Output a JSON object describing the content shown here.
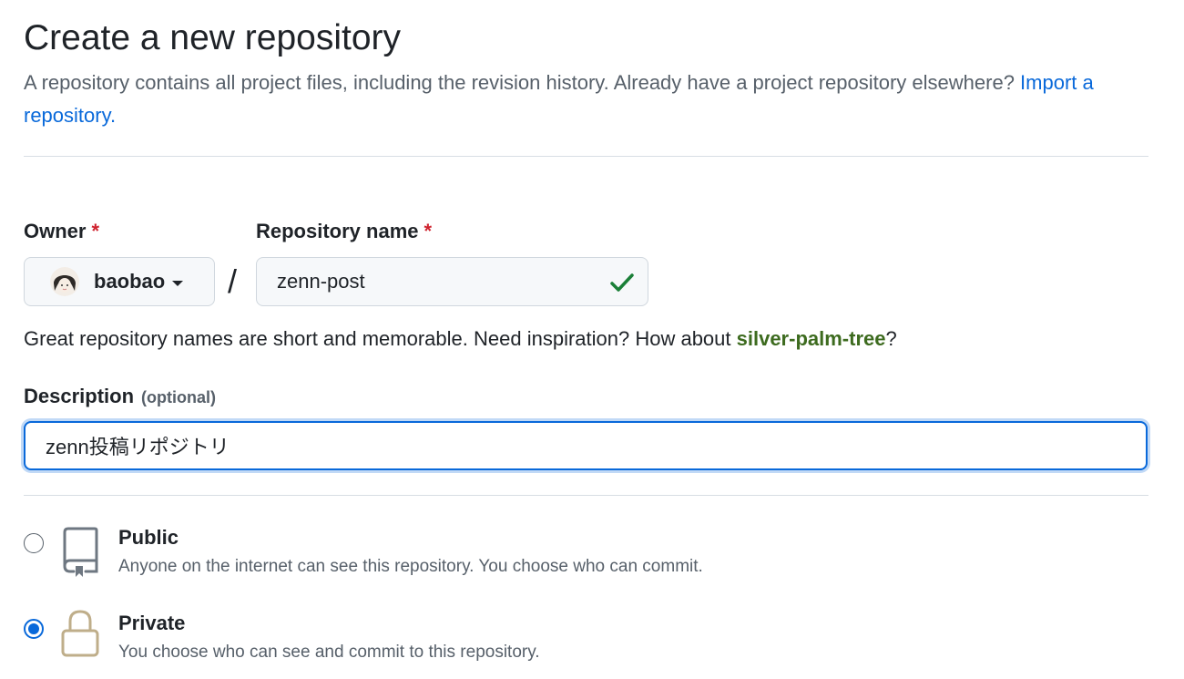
{
  "header": {
    "title": "Create a new repository",
    "subtitle_text": "A repository contains all project files, including the revision history. Already have a project repository elsewhere? ",
    "import_link": "Import a repository."
  },
  "owner": {
    "label": "Owner",
    "required_mark": "*",
    "value": "baobao"
  },
  "separator": "/",
  "repo_name": {
    "label": "Repository name",
    "required_mark": "*",
    "value": "zenn-post"
  },
  "name_hint": {
    "text_before": "Great repository names are short and memorable. Need inspiration? How about ",
    "suggestion": "silver-palm-tree",
    "text_after": "?"
  },
  "description": {
    "label": "Description",
    "optional_label": "(optional)",
    "value": "zenn投稿リポジトリ"
  },
  "visibility": {
    "public": {
      "title": "Public",
      "description": "Anyone on the internet can see this repository. You choose who can commit.",
      "selected": false,
      "icon": "repo-icon"
    },
    "private": {
      "title": "Private",
      "description": "You choose who can see and commit to this repository.",
      "selected": true,
      "icon": "lock-icon"
    }
  },
  "colors": {
    "accent": "#0969da",
    "success": "#1a7f37",
    "required": "#cf222e",
    "icon_tan": "#bfae8a"
  }
}
